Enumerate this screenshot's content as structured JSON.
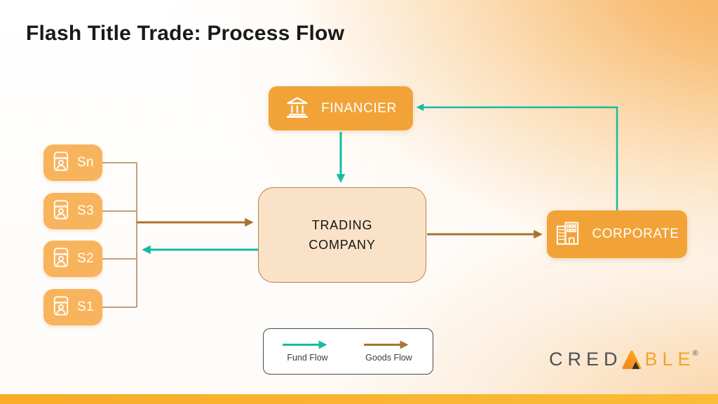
{
  "title": "Flash Title Trade: Process Flow",
  "nodes": {
    "financier": {
      "label": "FINANCIER",
      "icon": "bank-icon"
    },
    "trading": {
      "line1": "TRADING",
      "line2": "COMPANY"
    },
    "corporate": {
      "label": "CORPORATE",
      "icon": "buildings-icon"
    },
    "suppliers": [
      {
        "label": "Sn",
        "icon": "storefront-icon"
      },
      {
        "label": "S3",
        "icon": "storefront-icon"
      },
      {
        "label": "S2",
        "icon": "storefront-icon"
      },
      {
        "label": "S1",
        "icon": "storefront-icon"
      }
    ]
  },
  "flows": [
    {
      "from": "FINANCIER",
      "to": "TRADING COMPANY",
      "type": "fund"
    },
    {
      "from": "CORPORATE",
      "to": "FINANCIER",
      "type": "fund"
    },
    {
      "from": "TRADING COMPANY",
      "to": "SUPPLIERS",
      "type": "fund"
    },
    {
      "from": "SUPPLIERS",
      "to": "TRADING COMPANY",
      "type": "goods"
    },
    {
      "from": "TRADING COMPANY",
      "to": "CORPORATE",
      "type": "goods"
    }
  ],
  "legend": {
    "fund_label": "Fund Flow",
    "goods_label": "Goods Flow"
  },
  "logo": {
    "prefix": "CRED",
    "suffix": "BLE",
    "registered": "®"
  },
  "colors": {
    "accent_orange": "#F2A338",
    "supplier_orange": "#F8B45C",
    "fund_teal": "#14BCA1",
    "goods_brown": "#A9742F",
    "connector_brown": "#B2824A",
    "trading_fill": "#FAE2C8",
    "trading_border": "#B9813F",
    "bottom_bar_orange": "#F9B02C",
    "logo_gray": "#4B5056",
    "logo_orange": "#F5A329"
  }
}
